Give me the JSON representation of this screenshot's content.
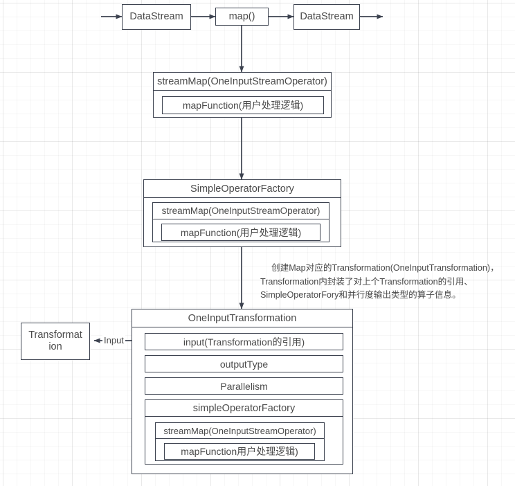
{
  "diagram": {
    "title": "Flink map() to OneInputTransformation flow",
    "colors": {
      "stroke": "#3d4350",
      "text": "#4a4a4a",
      "grid_minor": "#f0f0f0",
      "grid_major": "#e6e6e6",
      "background": "#ffffff"
    },
    "top_row": {
      "datastream_in": "DataStream",
      "map_call": "map()",
      "datastream_out": "DataStream"
    },
    "stream_map_block": {
      "title": "streamMap(OneInputStreamOperator)",
      "inner": "mapFunction(用户处理逻辑)"
    },
    "factory_block": {
      "title": "SimpleOperatorFactory",
      "stream_map_title": "streamMap(OneInputStreamOperator)",
      "map_function": "mapFunction(用户处理逻辑)"
    },
    "annotation": "创建Map对应的Transformation(OneInputTransformation)，\nTransformation内封装了对上个Transformation的引用、\nSimpleOperatorFory和并行度输出类型的算子信息。",
    "transformation_box": {
      "line1": "Transformat",
      "line2": "ion"
    },
    "input_edge_label": "Input",
    "transformation_block": {
      "title": "OneInputTransformation",
      "rows": [
        "input(Transformation的引用)",
        "outputType",
        "Parallelism"
      ],
      "factory": {
        "title": "simpleOperatorFactory",
        "stream_map_title": "streamMap(OneInputStreamOperator)",
        "map_function": "mapFunction用户处理逻辑)"
      }
    }
  }
}
